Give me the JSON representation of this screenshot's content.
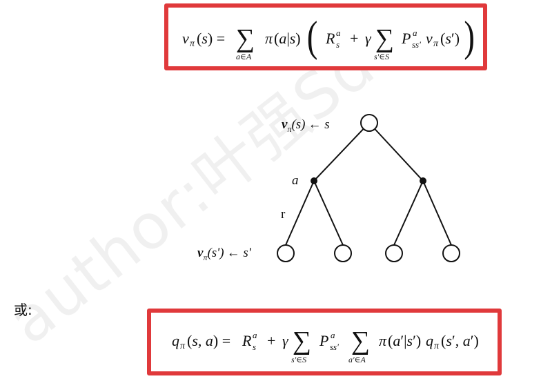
{
  "watermark": {
    "text": "author:叶强Sdf"
  },
  "formula_1": {
    "latex": "v_\\pi(s) = \\sum_{a \\in A} \\pi(a|s) \\left( R_s^a + \\gamma \\sum_{s' \\in S} P_{ss'}^a v_\\pi(s') \\right)"
  },
  "formula_2": {
    "latex": "q_\\pi(s,a) = R_s^a + \\gamma \\sum_{s' \\in S} P_{ss'}^a \\sum_{a' \\in A} \\pi(a'|s') q_\\pi(s',a')"
  },
  "diagram": {
    "root_label": {
      "v": "v",
      "pi": "π",
      "arg": "(s)",
      "arrow": "← s"
    },
    "action_label": "a",
    "reward_label": "r",
    "leaf_label": {
      "v": "v",
      "pi": "π",
      "arg": "(s')",
      "arrow": "← s'"
    }
  },
  "side_label": "或:"
}
